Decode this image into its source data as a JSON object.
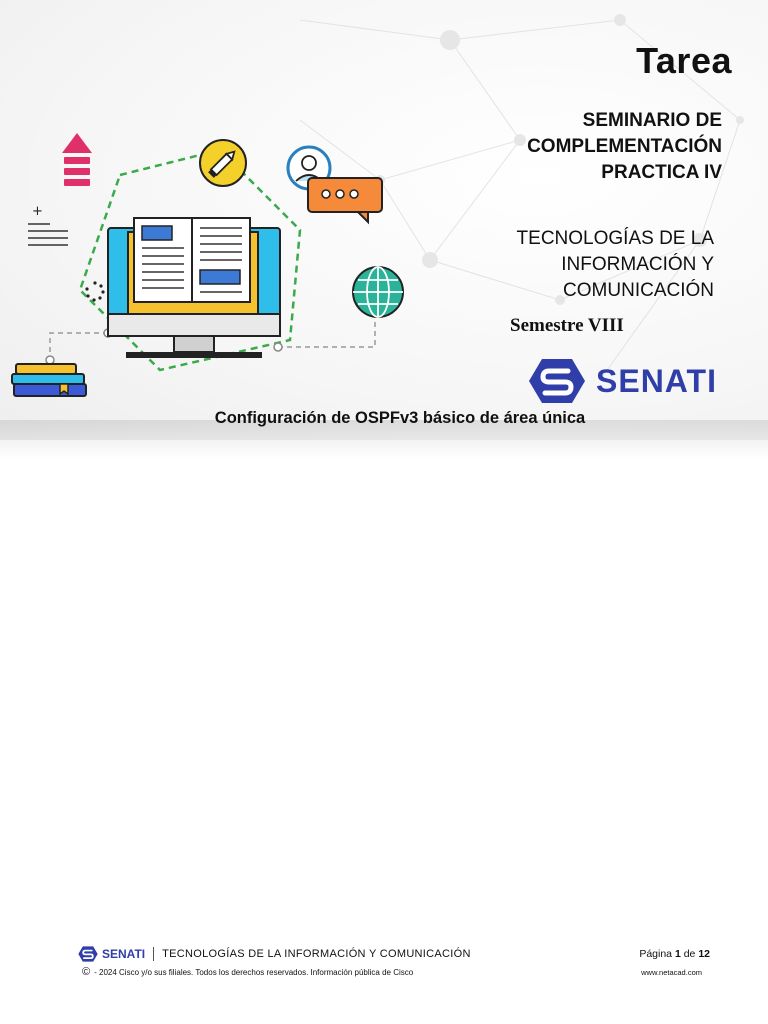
{
  "doc_type": "Tarea",
  "course_title": "SEMINARIO DE COMPLEMENTACIÓN PRACTICA IV",
  "program": "TECNOLOGÍAS DE LA INFORMACIÓN Y COMUNICACIÓN",
  "semester": "Semestre VIII",
  "brand": "SENATI",
  "brand_color": "#2f3ea8",
  "task_title": "Configuración de OSPFv3 básico de área única",
  "footer": {
    "brand": "SENATI",
    "program": "TECNOLOGÍAS DE LA INFORMACIÓN Y COMUNICACIÓN",
    "page_prefix": "Página ",
    "page_current": "1",
    "page_of": " de ",
    "page_total": "12",
    "copyright_icon": "©",
    "copyright": "- 2024 Cisco y/o sus filiales. Todos los derechos reservados. Información pública de Cisco",
    "url": "www.netacad.com"
  },
  "illustration_icons": [
    "upload-arrow-icon",
    "pencil-icon",
    "user-icon",
    "chat-bubble-icon",
    "document-list-icon",
    "open-book-monitor-icon",
    "globe-icon",
    "books-icon",
    "loading-dots-icon"
  ]
}
